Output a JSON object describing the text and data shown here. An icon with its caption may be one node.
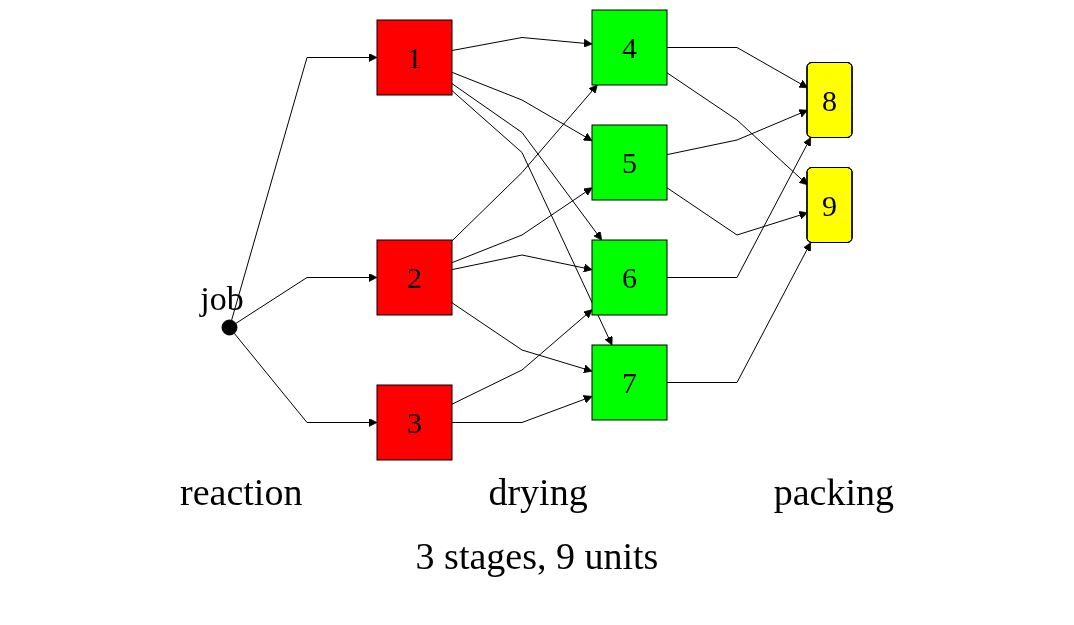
{
  "diagram": {
    "caption": "3 stages, 9 units",
    "nodes": [
      {
        "text": [],
        "shape": "circle",
        "beside": [
          "job"
        ]
      },
      {
        "text": [
          "1"
        ]
      },
      {
        "text": [
          "2"
        ]
      },
      {
        "text": [
          "3"
        ]
      },
      {
        "text": [
          "4"
        ]
      },
      {
        "text": [
          "5"
        ]
      },
      {
        "text": [
          "6"
        ]
      },
      {
        "text": [
          "7"
        ]
      },
      {
        "text": [
          "8"
        ]
      },
      {
        "text": [
          "9"
        ]
      }
    ],
    "edges": [
      {
        "from": 0,
        "to": 1,
        "arrow": "to"
      },
      {
        "from": 0,
        "to": 2,
        "arrow": "to"
      },
      {
        "from": 0,
        "to": 3,
        "arrow": "to"
      },
      {
        "from": 1,
        "to": 4,
        "arrow": "to"
      },
      {
        "from": 1,
        "to": 5,
        "arrow": "to"
      },
      {
        "from": 1,
        "to": 6,
        "arrow": "to"
      },
      {
        "from": 1,
        "to": 7,
        "arrow": "to"
      },
      {
        "from": 2,
        "to": 4,
        "arrow": "to"
      },
      {
        "from": 2,
        "to": 5,
        "arrow": "to"
      },
      {
        "from": 2,
        "to": 6,
        "arrow": "to"
      },
      {
        "from": 2,
        "to": 7,
        "arrow": "to"
      },
      {
        "from": 3,
        "to": 6,
        "arrow": "to"
      },
      {
        "from": 3,
        "to": 7,
        "arrow": "to"
      },
      {
        "from": 4,
        "to": 8,
        "arrow": "to"
      },
      {
        "from": 4,
        "to": 9,
        "arrow": "to"
      },
      {
        "from": 5,
        "to": 8,
        "arrow": "to"
      },
      {
        "from": 5,
        "to": 9,
        "arrow": "to"
      },
      {
        "from": 6,
        "to": 8,
        "arrow": "to"
      },
      {
        "from": 7,
        "to": 9,
        "arrow": "to"
      }
    ],
    "labels": [
      "reaction",
      "drying",
      "packing"
    ]
  }
}
